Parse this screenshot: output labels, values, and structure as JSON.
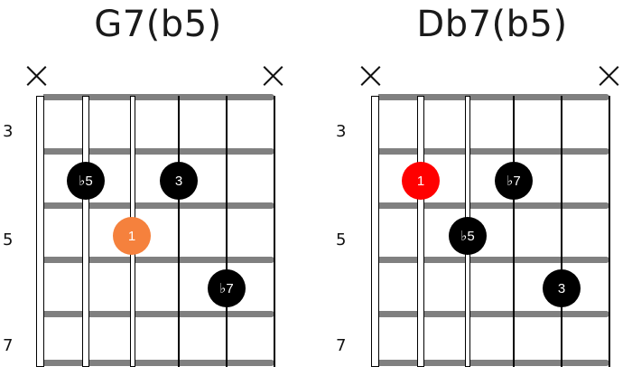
{
  "colors": {
    "root_orange": "#F5813D",
    "root_red": "#FF0000",
    "note_black": "#000000",
    "fret_gray": "#808080"
  },
  "diagrams": [
    {
      "title": "G7(b5)",
      "muted_strings": [
        "6",
        "1"
      ],
      "fret_numbers": [
        "3",
        "5",
        "7"
      ],
      "notes": [
        {
          "label": "♭5",
          "string": 5,
          "fret": 4,
          "color": "black"
        },
        {
          "label": "3",
          "string": 3,
          "fret": 4,
          "color": "black"
        },
        {
          "label": "1",
          "string": 4,
          "fret": 5,
          "color": "orange"
        },
        {
          "label": "♭7",
          "string": 2,
          "fret": 6,
          "color": "black"
        }
      ]
    },
    {
      "title": "Db7(b5)",
      "muted_strings": [
        "6",
        "1"
      ],
      "fret_numbers": [
        "3",
        "5",
        "7"
      ],
      "notes": [
        {
          "label": "1",
          "string": 5,
          "fret": 4,
          "color": "red"
        },
        {
          "label": "♭7",
          "string": 3,
          "fret": 4,
          "color": "black"
        },
        {
          "label": "♭5",
          "string": 4,
          "fret": 5,
          "color": "black"
        },
        {
          "label": "3",
          "string": 2,
          "fret": 6,
          "color": "black"
        }
      ]
    }
  ]
}
